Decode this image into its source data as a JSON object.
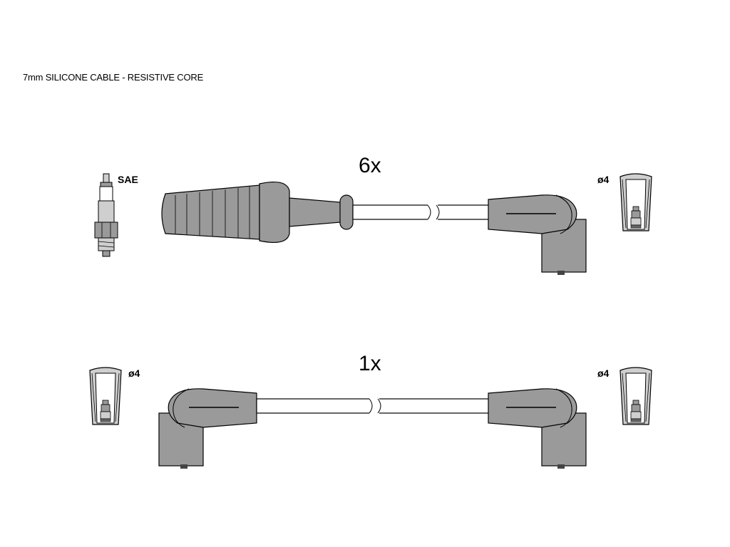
{
  "caption": "7mm SILICONE CABLE - RESISTIVE CORE",
  "lead_top": {
    "quantity": "6x"
  },
  "lead_bottom": {
    "quantity": "1x"
  },
  "labels": {
    "spark_plug": "SAE",
    "terminal_top_right": "ø4",
    "terminal_bottom_left": "ø4",
    "terminal_bottom_right": "ø4"
  },
  "colors": {
    "boot_fill": "#9a9a9a",
    "cable_fill": "#ffffff",
    "outline": "#000000",
    "terminal_fill": "#cfcfcf"
  }
}
